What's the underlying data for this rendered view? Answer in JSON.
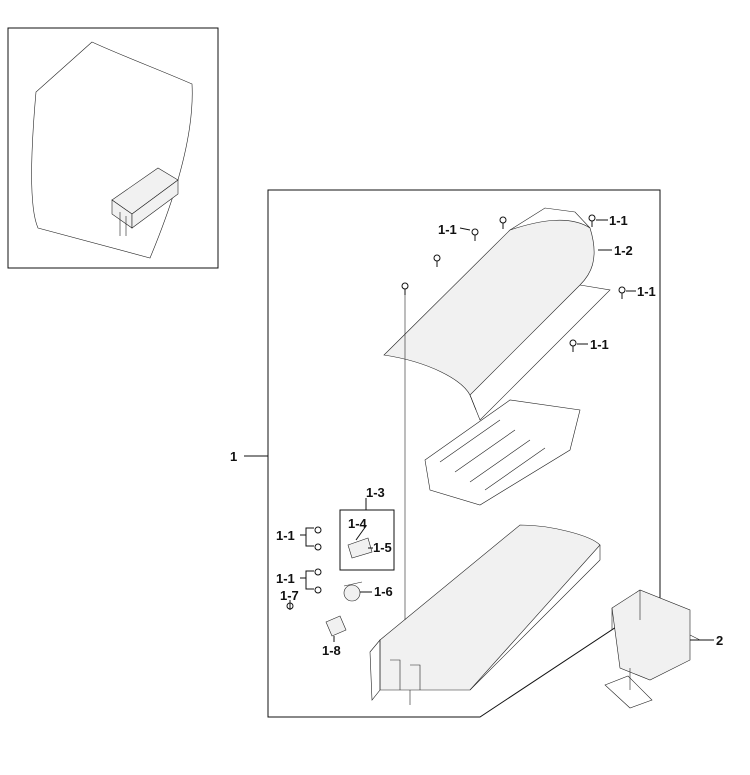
{
  "callouts": {
    "assembly": "1",
    "screw_top_left": "1-1",
    "screw_top_right": "1-1",
    "screw_right": "1-1",
    "screw_mid": "1-1",
    "cover": "1-2",
    "kit": "1-3",
    "sub_a": "1-4",
    "sub_b": "1-5",
    "screw_left_a": "1-1",
    "screw_left_b": "1-1",
    "thermostat": "1-6",
    "screw_small": "1-7",
    "bracket_small": "1-8",
    "bracket": "2"
  }
}
